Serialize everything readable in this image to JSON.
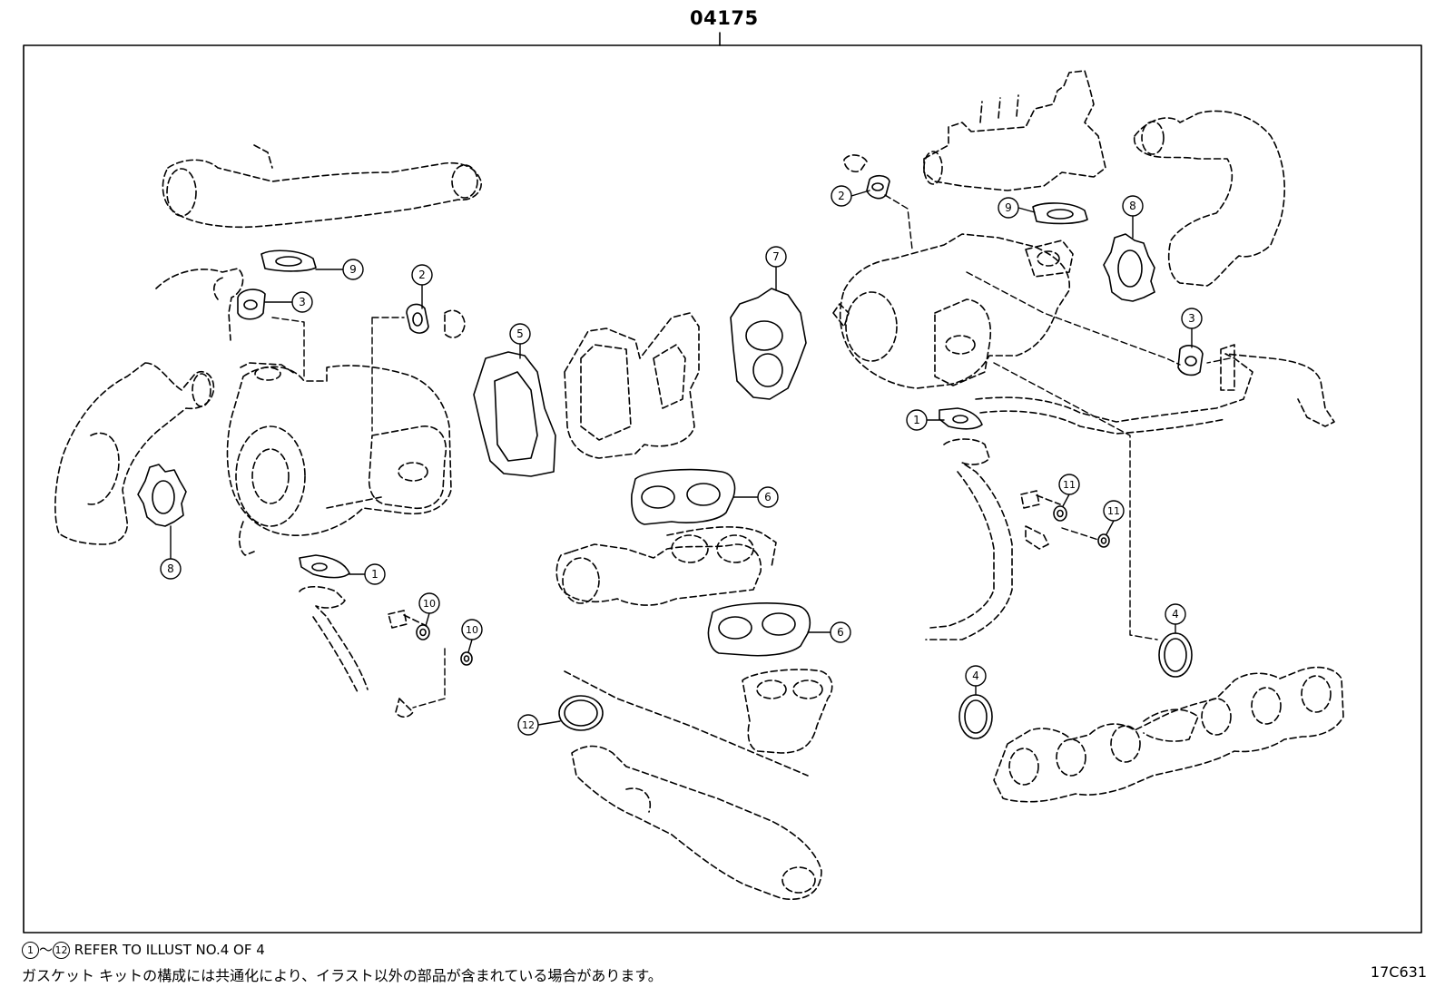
{
  "kit": {
    "part_number": "04175"
  },
  "callouts": {
    "c1": "1",
    "c2": "2",
    "c3": "3",
    "c4": "4",
    "c5": "5",
    "c6": "6",
    "c7": "7",
    "c8": "8",
    "c9": "9",
    "c10": "10",
    "c11": "11",
    "c12": "12"
  },
  "notes": {
    "refer_from": "1",
    "refer_sep": "～",
    "refer_to": "12",
    "refer_text": "REFER TO ILLUST NO.4  OF 4",
    "japanese": "ガスケット キットの構成には共通化により、イラスト以外の部品が含まれている場合があります。"
  },
  "illustration_code": "17C631"
}
